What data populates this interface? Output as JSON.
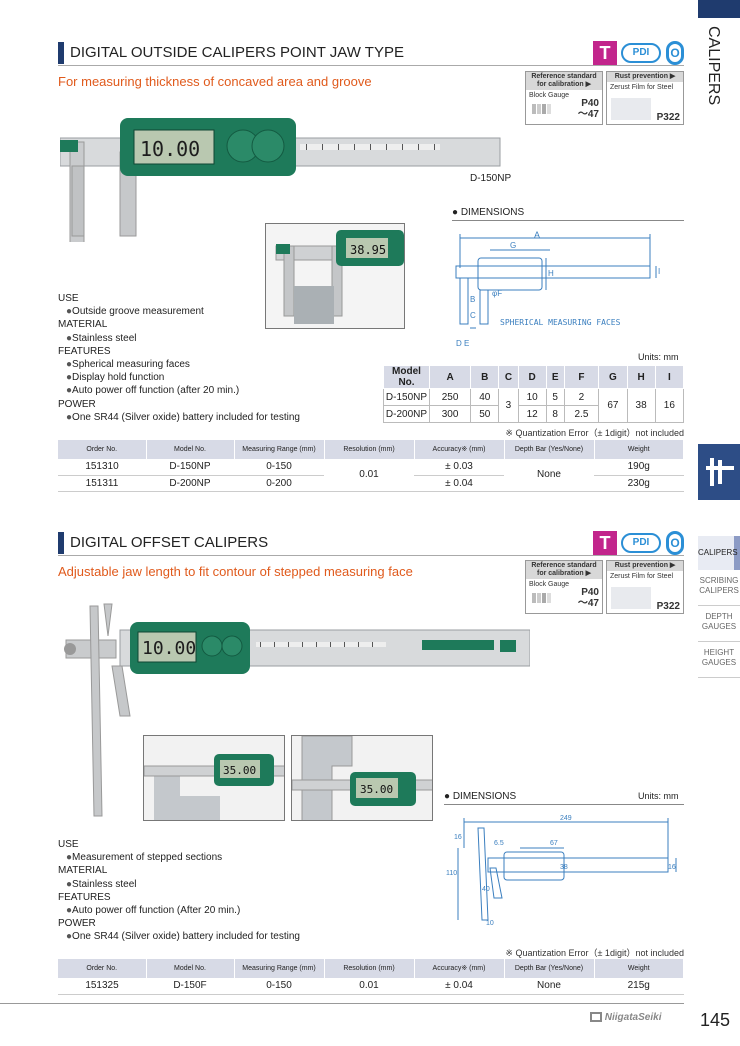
{
  "side": {
    "tab_title": "CALIPERS",
    "nav": [
      {
        "label": "CALIPERS"
      },
      {
        "label": "SCRIBING CALIPERS"
      },
      {
        "label": "DEPTH GAUGES"
      },
      {
        "label": "HEIGHT GAUGES"
      }
    ]
  },
  "section1": {
    "title": "DIGITAL OUTSIDE CALIPERS POINT JAW TYPE",
    "subtitle": "For measuring thickness of concaved area and groove",
    "badges": {
      "t": "T",
      "pdi": "PDI",
      "o": "O"
    },
    "ref_standard": {
      "head": "Reference standard for calibration ▶",
      "item": "Block Gauge",
      "page": "P40 ～47"
    },
    "rust": {
      "head": "Rust prevention ▶",
      "item": "Zerust Film for Steel",
      "page": "P322"
    },
    "model_caption": "D-150NP",
    "display_value": "10.00",
    "inset_display": "38.95",
    "dimensions_title": "DIMENSIONS",
    "spherical_label": "SPHERICAL MEASURING FACES",
    "units": "Units: mm",
    "specs": [
      {
        "heading": "USE",
        "items": [
          "Outside groove measurement"
        ]
      },
      {
        "heading": "MATERIAL",
        "items": [
          "Stainless steel"
        ]
      },
      {
        "heading": "FEATURES",
        "items": [
          "Spherical measuring faces",
          "Display hold function",
          "Auto power off function (after 20 min.)"
        ]
      },
      {
        "heading": "POWER",
        "items": [
          "One SR44 (Silver oxide) battery included for testing"
        ]
      }
    ],
    "dims_table": {
      "headers": [
        "Model No.",
        "A",
        "B",
        "C",
        "D",
        "E",
        "F",
        "G",
        "H",
        "I"
      ],
      "rows": [
        [
          "D-150NP",
          "250",
          "40",
          "3",
          "10",
          "5",
          "2",
          "67",
          "38",
          "16"
        ],
        [
          "D-200NP",
          "300",
          "50",
          "",
          "12",
          "8",
          "2.5",
          "",
          "",
          ""
        ]
      ]
    },
    "quant_note": "※ Quantization Error（± 1digit）not included",
    "order_table": {
      "headers": [
        "Order No.",
        "Model No.",
        "Measuring Range (mm)",
        "Resolution (mm)",
        "Accuracy※ (mm)",
        "Depth Bar (Yes/None)",
        "Weight"
      ],
      "rows": [
        [
          "151310",
          "D-150NP",
          "0-150",
          "0.01",
          "± 0.03",
          "None",
          "190g"
        ],
        [
          "151311",
          "D-200NP",
          "0-200",
          "",
          "± 0.04",
          "",
          "230g"
        ]
      ]
    }
  },
  "section2": {
    "title": "DIGITAL OFFSET CALIPERS",
    "subtitle": "Adjustable jaw length to fit contour of stepped measuring face",
    "badges": {
      "t": "T",
      "pdi": "PDI",
      "o": "O"
    },
    "ref_standard": {
      "head": "Reference standard for calibration ▶",
      "item": "Block Gauge",
      "page": "P40 ～47"
    },
    "rust": {
      "head": "Rust prevention ▶",
      "item": "Zerust Film for Steel",
      "page": "P322"
    },
    "display_value": "10.00",
    "inset1_display": "35.00",
    "inset2_display": "35.00",
    "dimensions_title": "DIMENSIONS",
    "units": "Units: mm",
    "dim_values": [
      "249",
      "67",
      "16",
      "6.5",
      "38",
      "110",
      "40",
      "10",
      "16"
    ],
    "specs": [
      {
        "heading": "USE",
        "items": [
          "Measurement of stepped sections"
        ]
      },
      {
        "heading": "MATERIAL",
        "items": [
          "Stainless steel"
        ]
      },
      {
        "heading": "FEATURES",
        "items": [
          "Auto power off function (After 20 min.)"
        ]
      },
      {
        "heading": "POWER",
        "items": [
          "One SR44 (Silver oxide) battery included for testing"
        ]
      }
    ],
    "quant_note": "※ Quantization Error（± 1digit）not included",
    "order_table": {
      "headers": [
        "Order No.",
        "Model No.",
        "Measuring Range (mm)",
        "Resolution (mm)",
        "Accuracy※ (mm)",
        "Depth Bar (Yes/None)",
        "Weight"
      ],
      "rows": [
        [
          "151325",
          "D-150F",
          "0-150",
          "0.01",
          "± 0.04",
          "None",
          "215g"
        ]
      ]
    }
  },
  "footer": {
    "brand": "NiigataSeiki",
    "page": "145"
  },
  "colors": {
    "accent_bar": "#1f3b6e",
    "subtitle": "#e05a1c",
    "caliper_green": "#1e7a5a",
    "badge_T": "#c2258c",
    "badge_blue": "#2b8fd6"
  }
}
